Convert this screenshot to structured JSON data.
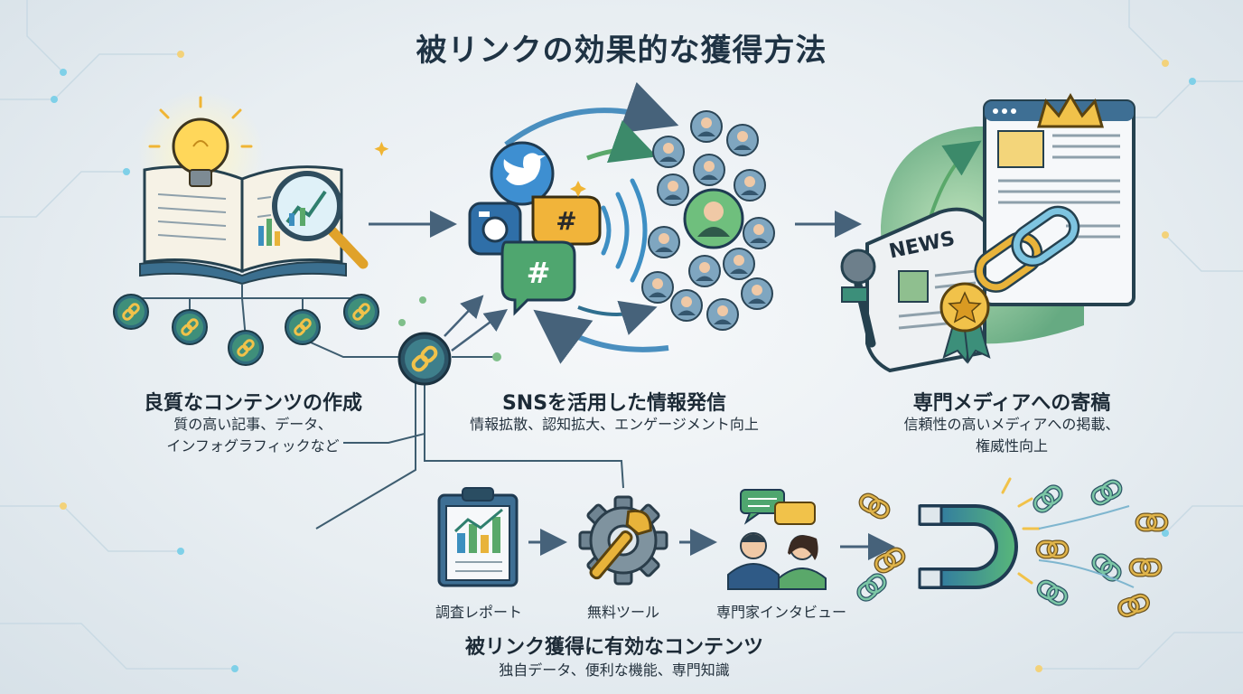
{
  "title": "被リンクの効果的な獲得方法",
  "sections": [
    {
      "heading": "良質なコンテンツの作成",
      "desc": [
        "質の高い記事、データ、",
        "インフォグラフィックなど"
      ]
    },
    {
      "heading": "SNSを活用した情報発信",
      "desc": [
        "情報拡散、認知拡大、エンゲージメント向上"
      ]
    },
    {
      "heading": "専門メディアへの寄稿",
      "desc": [
        "信頼性の高いメディアへの掲載、",
        "権威性向上"
      ]
    }
  ],
  "bottom": {
    "items": [
      "調査レポート",
      "無料ツール",
      "専門家インタビュー"
    ],
    "heading": "被リンク獲得に有効なコンテンツ",
    "desc": "独自データ、便利な機能、専門知識"
  },
  "icons": {
    "news_text": "NEWS",
    "hashtag": "#"
  },
  "colors": {
    "primary": "#2f6f8f",
    "accent_green": "#5aa86a",
    "gold": "#e8b33a",
    "text": "#1e2d3a"
  }
}
